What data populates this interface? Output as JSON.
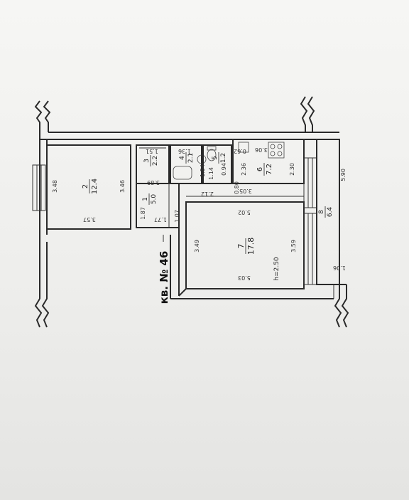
{
  "plan": {
    "apartment_label": "кв. № 46",
    "rooms": [
      {
        "number": "1",
        "area": "5.0"
      },
      {
        "number": "2",
        "area": "12.4"
      },
      {
        "number": "3",
        "area": "2.2"
      },
      {
        "number": "4",
        "area": "2.1"
      },
      {
        "number": "5",
        "area": "1.2"
      },
      {
        "number": "6",
        "area": "7.2"
      },
      {
        "number": "7",
        "area": "17.8"
      },
      {
        "number": "8",
        "area": "6.4"
      }
    ],
    "ceiling_height": "h=2.50",
    "dimensions": {
      "room2_left": "3.48",
      "room2_right": "3.46",
      "room2_bottom": "3.57",
      "room3_top": "1.51",
      "room3_bottom": "3.89",
      "room1_left": "1.87",
      "room1_right": "1.77",
      "room4_top": "1.36",
      "room4_side": "1.54",
      "room5_side": "1.14",
      "room5_bottom": "0.94",
      "room5_right": "0.62",
      "room6_top": "3.06",
      "room6_left": "2.36",
      "room6_right": "2.30",
      "door_width": "0.80",
      "corridor_top": "2.12",
      "corridor_right": "3.05",
      "doorway": "1.07",
      "room7_top": "5.02",
      "room7_left": "3.49",
      "room7_right": "3.59",
      "room7_bottom": "5.03",
      "balcony_length": "5.90",
      "balcony_width": "1.06"
    }
  }
}
